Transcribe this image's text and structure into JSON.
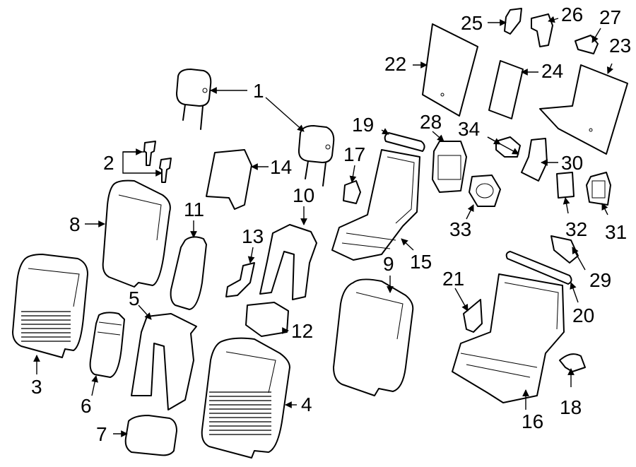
{
  "callouts": [
    "1",
    "2",
    "3",
    "4",
    "5",
    "6",
    "7",
    "8",
    "9",
    "10",
    "11",
    "12",
    "13",
    "14",
    "15",
    "16",
    "17",
    "18",
    "19",
    "20",
    "21",
    "22",
    "23",
    "24",
    "25",
    "26",
    "27",
    "28",
    "29",
    "30",
    "31",
    "32",
    "33",
    "34"
  ],
  "colors": {
    "line": "#000000",
    "background": "#ffffff"
  }
}
